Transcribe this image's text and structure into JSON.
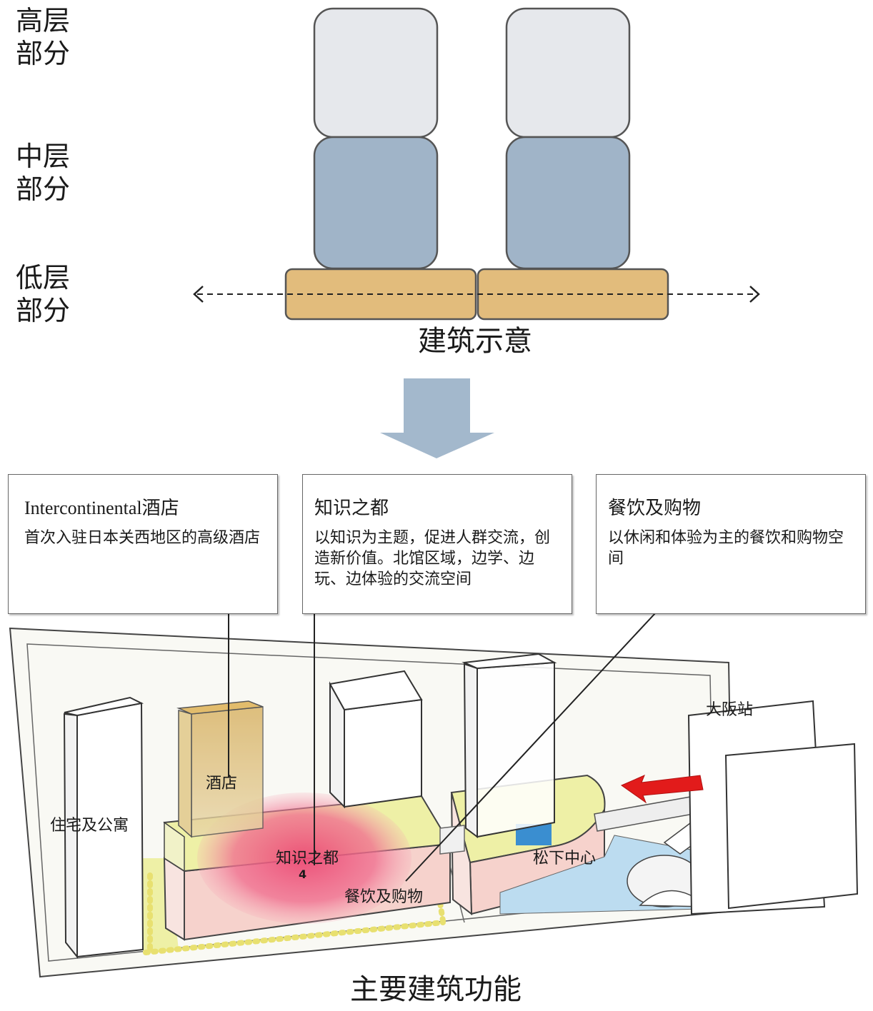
{
  "levels": {
    "high": [
      "高层",
      "部分"
    ],
    "mid": [
      "中层",
      "部分"
    ],
    "low": [
      "低层",
      "部分"
    ]
  },
  "captions": {
    "building_diagram": "建筑示意",
    "main_functions": "主要建筑功能"
  },
  "callouts": [
    {
      "title": "Intercontinental酒店",
      "body": "首次入驻日本关西地区的高级酒店"
    },
    {
      "title": "知识之都",
      "body": "以知识为主题，促进人群交流，创造新价值。北馆区域，边学、边玩、边体验的交流空间"
    },
    {
      "title": "餐饮及购物",
      "body": "以休闲和体验为主的餐饮和购物空间"
    }
  ],
  "map_labels": {
    "residential": "住宅及公寓",
    "hotel": "酒店",
    "knowledge": "知识之都",
    "dining": "餐饮及购物",
    "matsushita": "松下中心",
    "osaka_station": "大阪站",
    "marker_number": "4"
  },
  "colors": {
    "high_block": "#e6e8ec",
    "mid_block": "#a0b4c8",
    "low_block": "#e2bc7c",
    "arrow": "#a3b8cc",
    "hotel": "#d7b060",
    "knowledge": "#ec5c80",
    "podium_top": "#eef0a6",
    "podium_side": "#f6d2cc",
    "plaza": "#bcdcf0",
    "red_arrow": "#e21b1b"
  }
}
